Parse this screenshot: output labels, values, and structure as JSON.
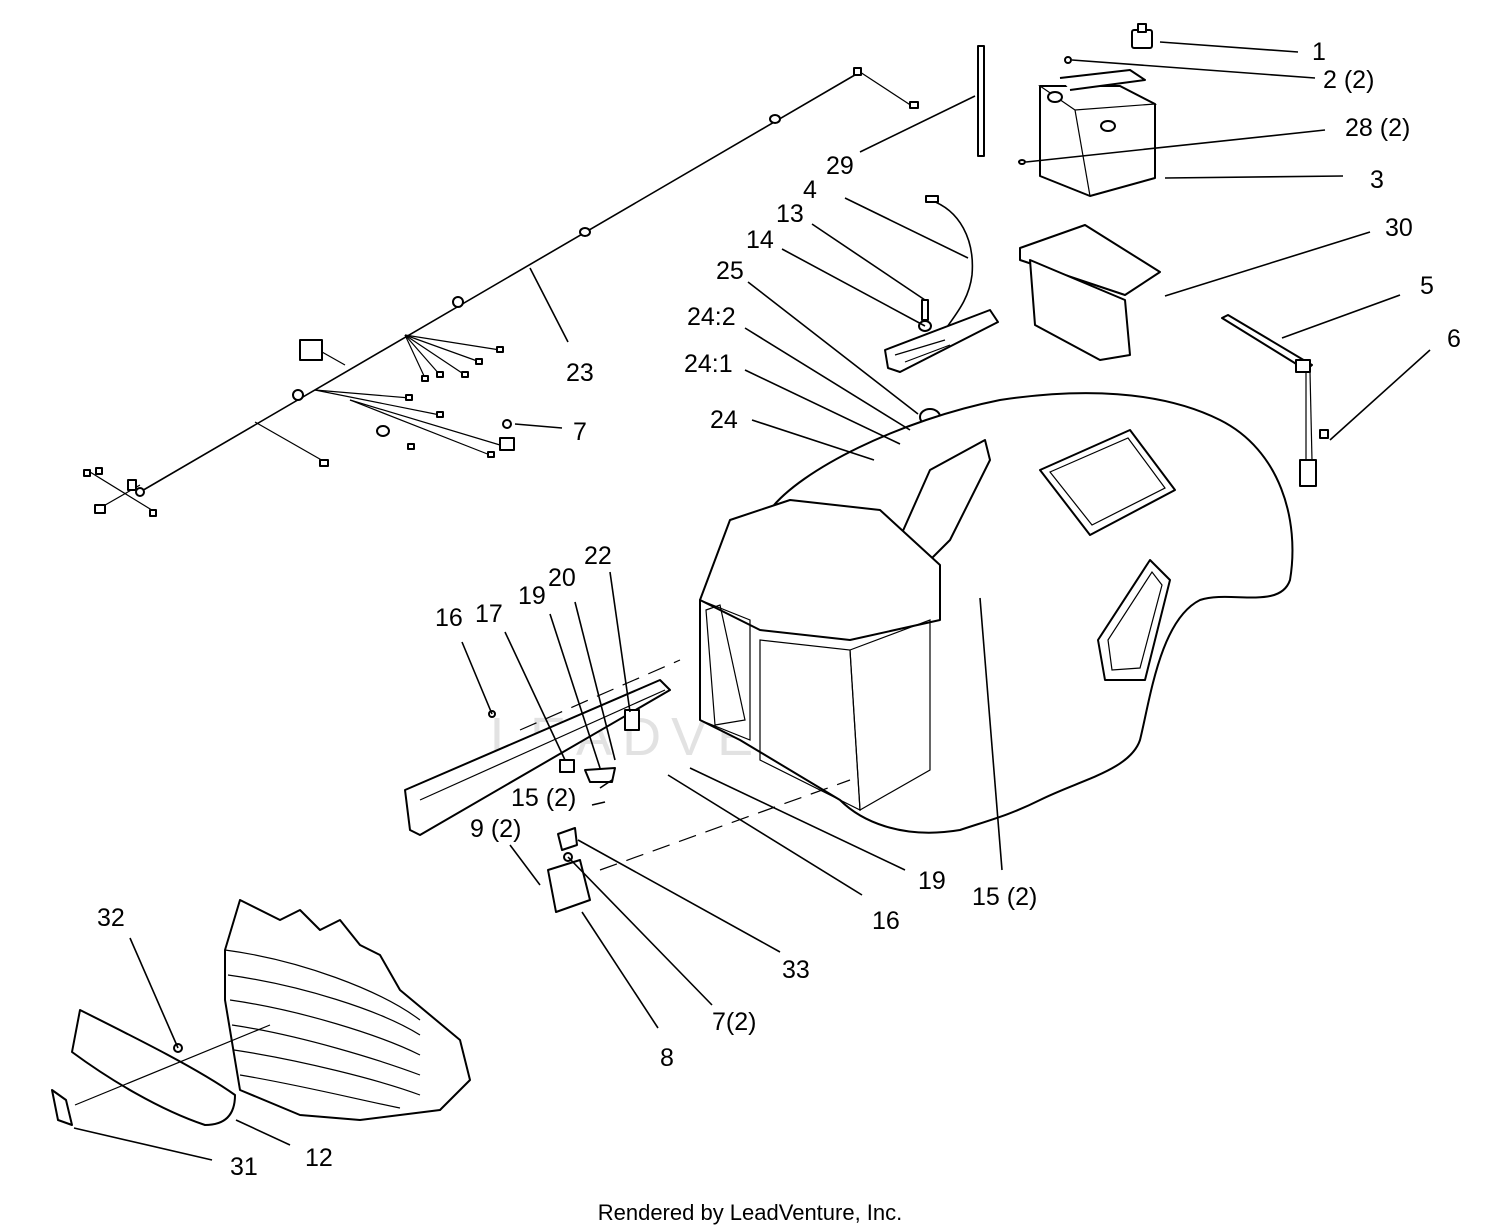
{
  "callouts": [
    {
      "id": "c1",
      "text": "1"
    },
    {
      "id": "c2",
      "text": "2 (2)"
    },
    {
      "id": "c28",
      "text": "28 (2)"
    },
    {
      "id": "c3",
      "text": "3"
    },
    {
      "id": "c29",
      "text": "29"
    },
    {
      "id": "c4",
      "text": "4"
    },
    {
      "id": "c13",
      "text": "13"
    },
    {
      "id": "c14",
      "text": "14"
    },
    {
      "id": "c30",
      "text": "30"
    },
    {
      "id": "c25",
      "text": "25"
    },
    {
      "id": "c5",
      "text": "5"
    },
    {
      "id": "c24_2",
      "text": "24:2"
    },
    {
      "id": "c6",
      "text": "6"
    },
    {
      "id": "c24_1",
      "text": "24:1"
    },
    {
      "id": "c23",
      "text": "23"
    },
    {
      "id": "c7",
      "text": "7"
    },
    {
      "id": "c24",
      "text": "24"
    },
    {
      "id": "c22",
      "text": "22"
    },
    {
      "id": "c20",
      "text": "20"
    },
    {
      "id": "c19a",
      "text": "19"
    },
    {
      "id": "c16a",
      "text": "16"
    },
    {
      "id": "c17",
      "text": "17"
    },
    {
      "id": "c15a",
      "text": "15 (2)"
    },
    {
      "id": "c9",
      "text": "9 (2)"
    },
    {
      "id": "c19b",
      "text": "19"
    },
    {
      "id": "c15b",
      "text": "15 (2)"
    },
    {
      "id": "c16b",
      "text": "16"
    },
    {
      "id": "c32",
      "text": "32"
    },
    {
      "id": "c33",
      "text": "33"
    },
    {
      "id": "c7b",
      "text": "7(2)"
    },
    {
      "id": "c8",
      "text": "8"
    },
    {
      "id": "c12",
      "text": "12"
    },
    {
      "id": "c31",
      "text": "31"
    }
  ],
  "watermark": "LEADVENTURE",
  "footer": "Rendered by LeadVenture, Inc."
}
